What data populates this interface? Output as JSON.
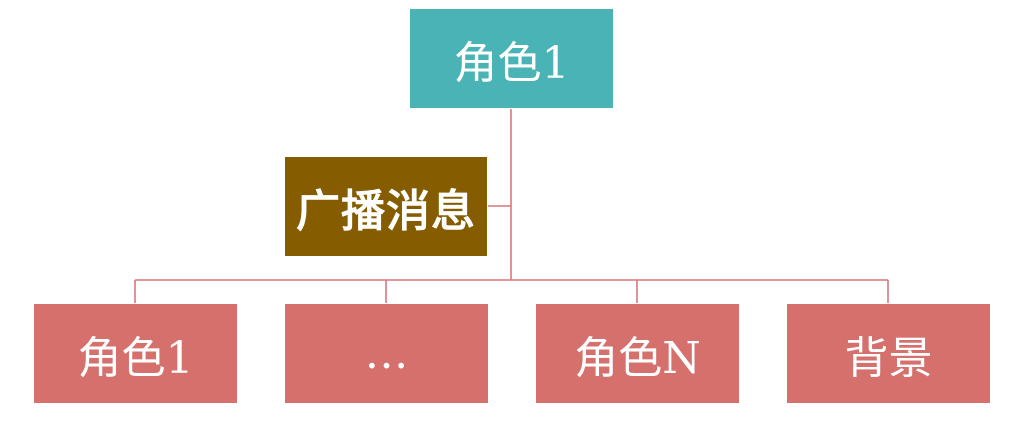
{
  "diagram": {
    "root": {
      "label": "角色1"
    },
    "assistant": {
      "label": "广播消息"
    },
    "children": [
      {
        "label": "角色1"
      },
      {
        "label": "…"
      },
      {
        "label": "角色N"
      },
      {
        "label": "背景"
      }
    ],
    "colors": {
      "root_fill": "#4ab3b6",
      "assistant_fill": "#855c00",
      "child_fill": "#d6706d",
      "connector": "#d9777a",
      "text": "#ffffff"
    }
  }
}
